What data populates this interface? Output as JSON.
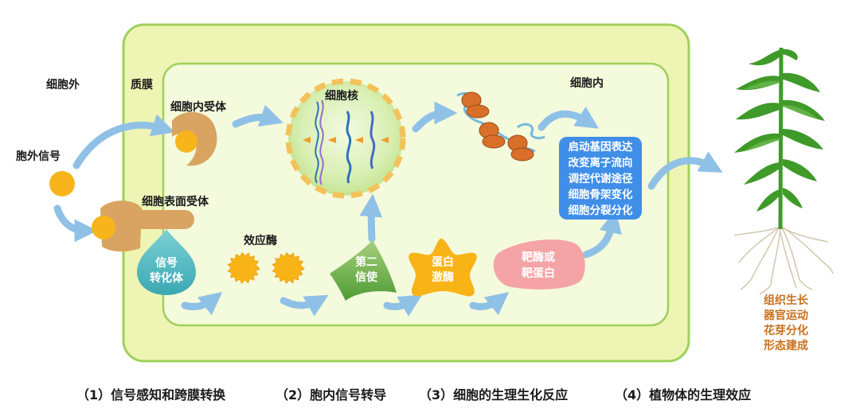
{
  "labels": {
    "outside": "细胞外",
    "membrane": "质膜",
    "inside": "细胞内",
    "signal": "胞外信号",
    "intracellular_receptor": "细胞内受体",
    "surface_receptor": "细胞表面受体",
    "nucleus": "细胞核",
    "effector_enzyme": "效应酶",
    "transducer": [
      "信号",
      "转化体"
    ],
    "second_messenger": [
      "第二",
      "信使"
    ],
    "kinase": [
      "蛋白",
      "激酶"
    ],
    "target": [
      "靶酶或",
      "靶蛋白"
    ]
  },
  "responses": [
    "启动基因表达",
    "改变离子流向",
    "调控代谢途径",
    "细胞骨架变化",
    "细胞分裂分化"
  ],
  "plant_effects": [
    "组织生长",
    "器官运动",
    "花芽分化",
    "形态建成"
  ],
  "captions": [
    "（1）信号感知和跨膜转换",
    "（2）胞内信号转导",
    "（3）细胞的生理生化反应",
    "（4）植物体的生理效应"
  ],
  "colors": {
    "cell_outer": "#eef5b4",
    "cell_outer_border": "#9fd15a",
    "cell_inner": "#f4fadc",
    "signal": "#f7b51b",
    "receptor": "#d9a462",
    "arrow": "#8fc1e7",
    "response_box": "#3f8ee8",
    "plant_effect_text": "#c8711e"
  }
}
